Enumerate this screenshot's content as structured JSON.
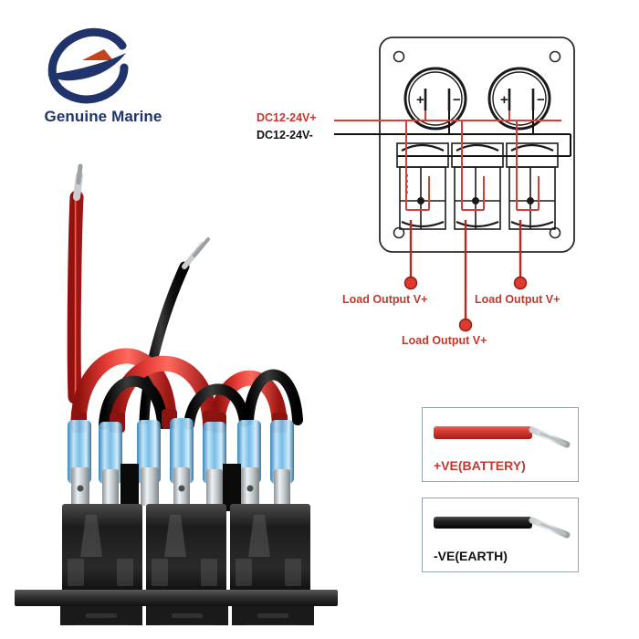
{
  "brand": {
    "name": "Genuine Marine",
    "logo_icon": "marine-swoosh-logo-icon",
    "navy": "#20336b",
    "orange": "#c4441e"
  },
  "diagram": {
    "title_labels": {
      "dc_positive": "DC12-24V+",
      "dc_negative": "DC12-24V-"
    },
    "load_outputs": [
      "Load Output V+",
      "Load Output V+",
      "Load Output V+"
    ],
    "panel": {
      "sockets": [
        {
          "plus": "+",
          "minus": "-"
        },
        {
          "plus": "+",
          "minus": "-"
        }
      ],
      "switch_count": 3,
      "screw_holes": 4
    },
    "colors": {
      "positive_wire": "#c0392f",
      "negative_wire": "#111111",
      "panel_outline": "#2b2b2b"
    }
  },
  "legend": {
    "items": [
      {
        "caption": "+VE(BATTERY)",
        "wire_color": "#d93b34",
        "icon": "red-wire-icon"
      },
      {
        "caption": "-VE(EARTH)",
        "wire_color": "#222222",
        "icon": "black-wire-icon"
      }
    ]
  },
  "photo": {
    "description_icon": "rocker-switch-panel-photo",
    "switch_count": 3,
    "wire_colors": {
      "red": "#d42a28",
      "black": "#151515",
      "terminal": "#6fb8e6"
    }
  }
}
